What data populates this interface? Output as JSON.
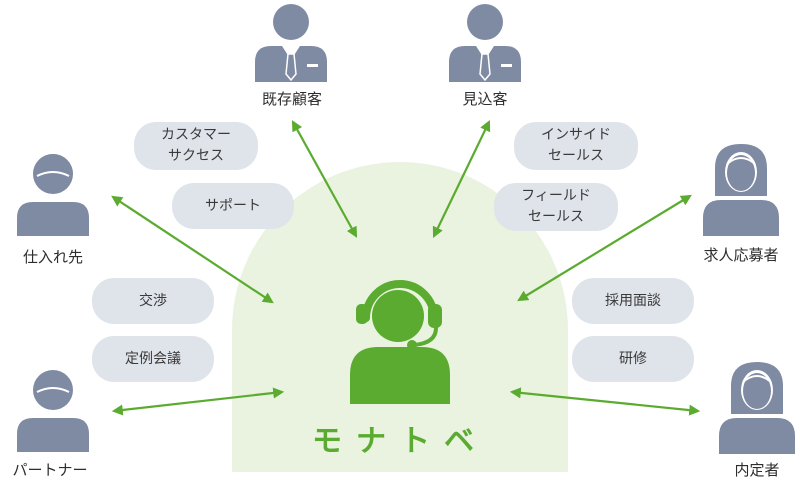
{
  "center": {
    "label": "モナトベ",
    "color": "#5aab2f",
    "bg": "#e9f3df"
  },
  "colors": {
    "person": "#7f8aa3",
    "arrow": "#5aab2f",
    "pill_bg": "#dfe3ea"
  },
  "people": [
    {
      "key": "existing",
      "label": "既存顧客",
      "icon": "businessman-icon"
    },
    {
      "key": "prospect",
      "label": "見込客",
      "icon": "businessman-icon"
    },
    {
      "key": "supplier",
      "label": "仕入れ先",
      "icon": "man-icon"
    },
    {
      "key": "applicant",
      "label": "求人応募者",
      "icon": "woman-icon"
    },
    {
      "key": "partner",
      "label": "パートナー",
      "icon": "man-icon"
    },
    {
      "key": "offer",
      "label": "内定者",
      "icon": "woman-icon"
    }
  ],
  "pills": [
    {
      "key": "cs",
      "text": "カスタマー\nサクセス"
    },
    {
      "key": "support",
      "text": "サポート"
    },
    {
      "key": "is",
      "text": "インサイド\nセールス"
    },
    {
      "key": "fs",
      "text": "フィールド\nセールス"
    },
    {
      "key": "nego",
      "text": "交渉"
    },
    {
      "key": "meeting",
      "text": "定例会議"
    },
    {
      "key": "interview",
      "text": "採用面談"
    },
    {
      "key": "training",
      "text": "研修"
    }
  ]
}
